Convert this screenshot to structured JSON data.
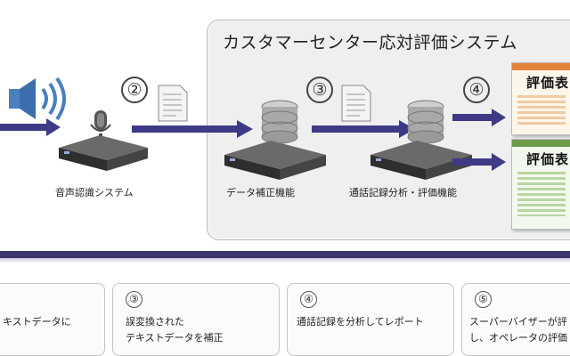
{
  "panel": {
    "title": "カスタマーセンター応対評価システム"
  },
  "steps": [
    {
      "num": "②"
    },
    {
      "num": "③"
    },
    {
      "num": "④"
    }
  ],
  "stages": [
    {
      "label": "音声認識システム"
    },
    {
      "label": "データ補正機能"
    },
    {
      "label": "通話記録分析・評価機能"
    }
  ],
  "report_sheets": [
    {
      "title": "評価表"
    },
    {
      "title": "評価表"
    }
  ],
  "sub_steps": [
    {
      "num": "",
      "lines": [
        "キストデータに",
        ""
      ]
    },
    {
      "num": "③",
      "lines": [
        "誤変換された",
        "テキストデータを補正"
      ]
    },
    {
      "num": "④",
      "lines": [
        "通話記録を分析してレポート",
        ""
      ]
    },
    {
      "num": "⑤",
      "lines": [
        "スーパーバイザーが評",
        "し、オペレータの評価"
      ]
    }
  ],
  "colors": {
    "arrow": "#3f3a86",
    "timeline": "#3b3570",
    "speaker": "#4a7fc0",
    "server": "#3a3a3a",
    "db": "#9a9a9a"
  }
}
